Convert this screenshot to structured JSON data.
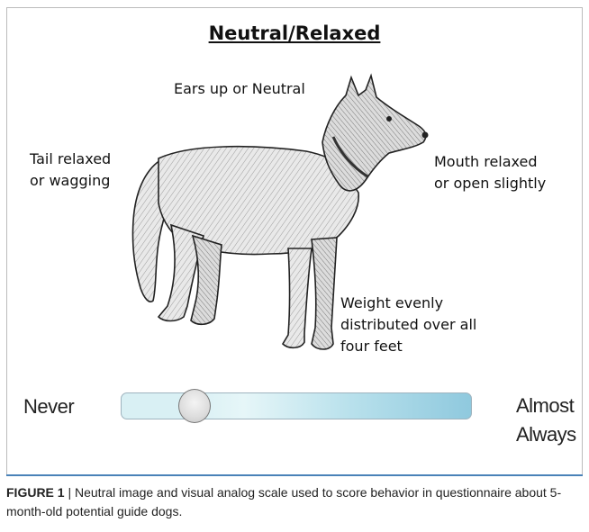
{
  "figure": {
    "title": "Neutral/Relaxed",
    "annotations": {
      "ears": "Ears up or Neutral",
      "tail_line1": "Tail relaxed",
      "tail_line2": "or wagging",
      "mouth_line1": "Mouth relaxed",
      "mouth_line2": "or open slightly",
      "weight_line1": "Weight evenly",
      "weight_line2": "distributed over all",
      "weight_line3": "four feet"
    }
  },
  "scale": {
    "left_label": "Never",
    "right_label_line1": "Almost",
    "right_label_line2": "Always",
    "value_fraction": 0.18,
    "colors": {
      "track_start": "#d9f0f4",
      "track_end": "#8fc9de",
      "thumb": "#dcdcdc"
    }
  },
  "caption": {
    "label": "FIGURE 1",
    "separator": " | ",
    "text": "Neutral image and visual analog scale used to score behavior in questionnaire about 5-month-old potential guide dogs.",
    "rule_color": "#4a82b8"
  },
  "icons": {
    "dog": "dog-illustration-icon"
  }
}
